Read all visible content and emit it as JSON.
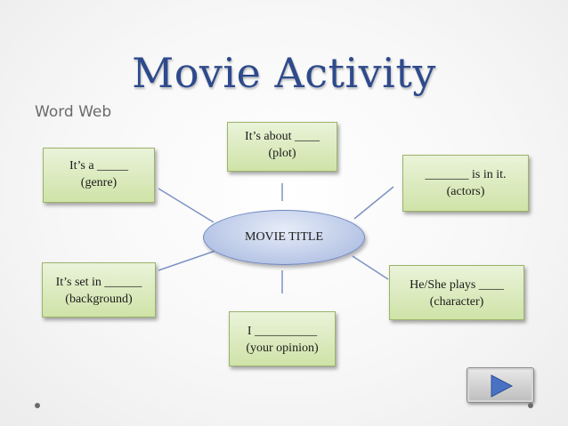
{
  "title": "Movie Activity",
  "subtitle": "Word Web",
  "center": {
    "label": "MOVIE TITLE"
  },
  "nodes": {
    "genre": {
      "line1": "It’s a _____",
      "line2": "(genre)"
    },
    "plot": {
      "line1": "It’s about ____",
      "line2": "(plot)"
    },
    "actors": {
      "line1": "_______ is in it.",
      "line2": "(actors)"
    },
    "background": {
      "line1": "It’s set in ______",
      "line2": "(background)"
    },
    "opinion": {
      "line1": "I __________",
      "line2": "(your opinion)"
    },
    "character": {
      "line1": "He/She plays ____",
      "line2": "(character)"
    }
  },
  "colors": {
    "title": "#2e4a8c",
    "box_fill": "#cfe3a8",
    "oval_fill": "#b8c6e6",
    "connector": "#7d93c4",
    "play_arrow": "#4a72c4"
  },
  "icons": {
    "next_button": "play-triangle-icon"
  }
}
